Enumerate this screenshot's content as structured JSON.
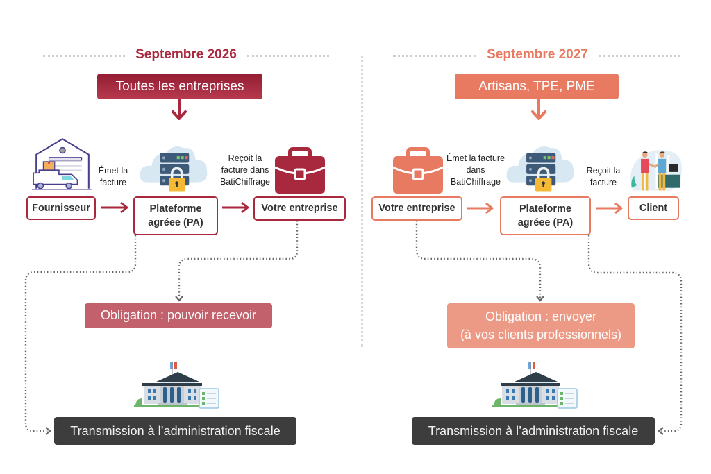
{
  "colors": {
    "left_accent": "#a8283e",
    "left_oblig": "#c2606c",
    "right_accent": "#e87a62",
    "right_oblig": "#ec9a86",
    "dark_box": "#3d3d3d",
    "connector": "#666666"
  },
  "left": {
    "title": "Septembre 2026",
    "banner": "Toutes les entreprises",
    "nodes": [
      {
        "label": "Fournisseur",
        "icon": "warehouse-truck-icon"
      },
      {
        "label": "Plateforme agréee (PA)",
        "icon": "secure-server-cloud-icon"
      },
      {
        "label": "Votre entreprise",
        "icon": "briefcase-icon"
      }
    ],
    "edge_labels": [
      "Émet la facture",
      "Reçoit la facture dans BatiChiffrage"
    ],
    "obligation": "Obligation : pouvoir recevoir",
    "transmission": "Transmission à l’administration fiscale",
    "transmission_icon": "government-building-icon"
  },
  "right": {
    "title": "Septembre 2027",
    "banner": "Artisans, TPE, PME",
    "nodes": [
      {
        "label": "Votre entreprise",
        "icon": "briefcase-icon"
      },
      {
        "label": "Plateforme agréee (PA)",
        "icon": "secure-server-cloud-icon"
      },
      {
        "label": "Client",
        "icon": "handshake-people-icon"
      }
    ],
    "edge_labels": [
      "Émet la facture dans BatiChiffrage",
      "Reçoit la facture"
    ],
    "obligation_line1": "Obligation : envoyer",
    "obligation_line2": "(à vos clients professionnels)",
    "transmission": "Transmission à l’administration fiscale",
    "transmission_icon": "government-building-icon"
  }
}
